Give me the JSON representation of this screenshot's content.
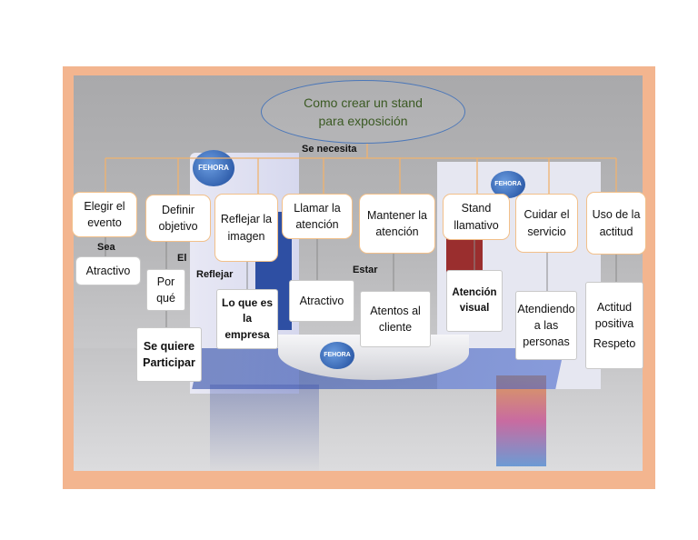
{
  "diagram": {
    "title_line1": "Como crear un stand",
    "title_line2": "para exposición",
    "connector_label": "Se necesita",
    "logo_text": "FEHORA",
    "branches": [
      {
        "label": "Elegir el evento",
        "link": "Sea",
        "detail": "Atractivo"
      },
      {
        "label": "Definir objetivo",
        "detail": "Por qué",
        "sub_detail_line1": "Se quiere",
        "sub_detail_line2": "Participar"
      },
      {
        "label": "Reflejar la imagen",
        "link1": "El",
        "link2": "Reflejar",
        "detail": "Lo que es la empresa"
      },
      {
        "label": "Llamar la atención",
        "detail": "Atractivo"
      },
      {
        "label": "Mantener la atención",
        "link": "Estar",
        "detail": "Atentos al cliente"
      },
      {
        "label": "Stand llamativo",
        "detail": "Atención visual"
      },
      {
        "label": "Cuidar el servicio",
        "detail": "Atendiendo a las personas"
      },
      {
        "label": "Uso de la actitud",
        "detail_line1": "Actitud positiva",
        "detail_line2": "Respeto"
      }
    ]
  }
}
